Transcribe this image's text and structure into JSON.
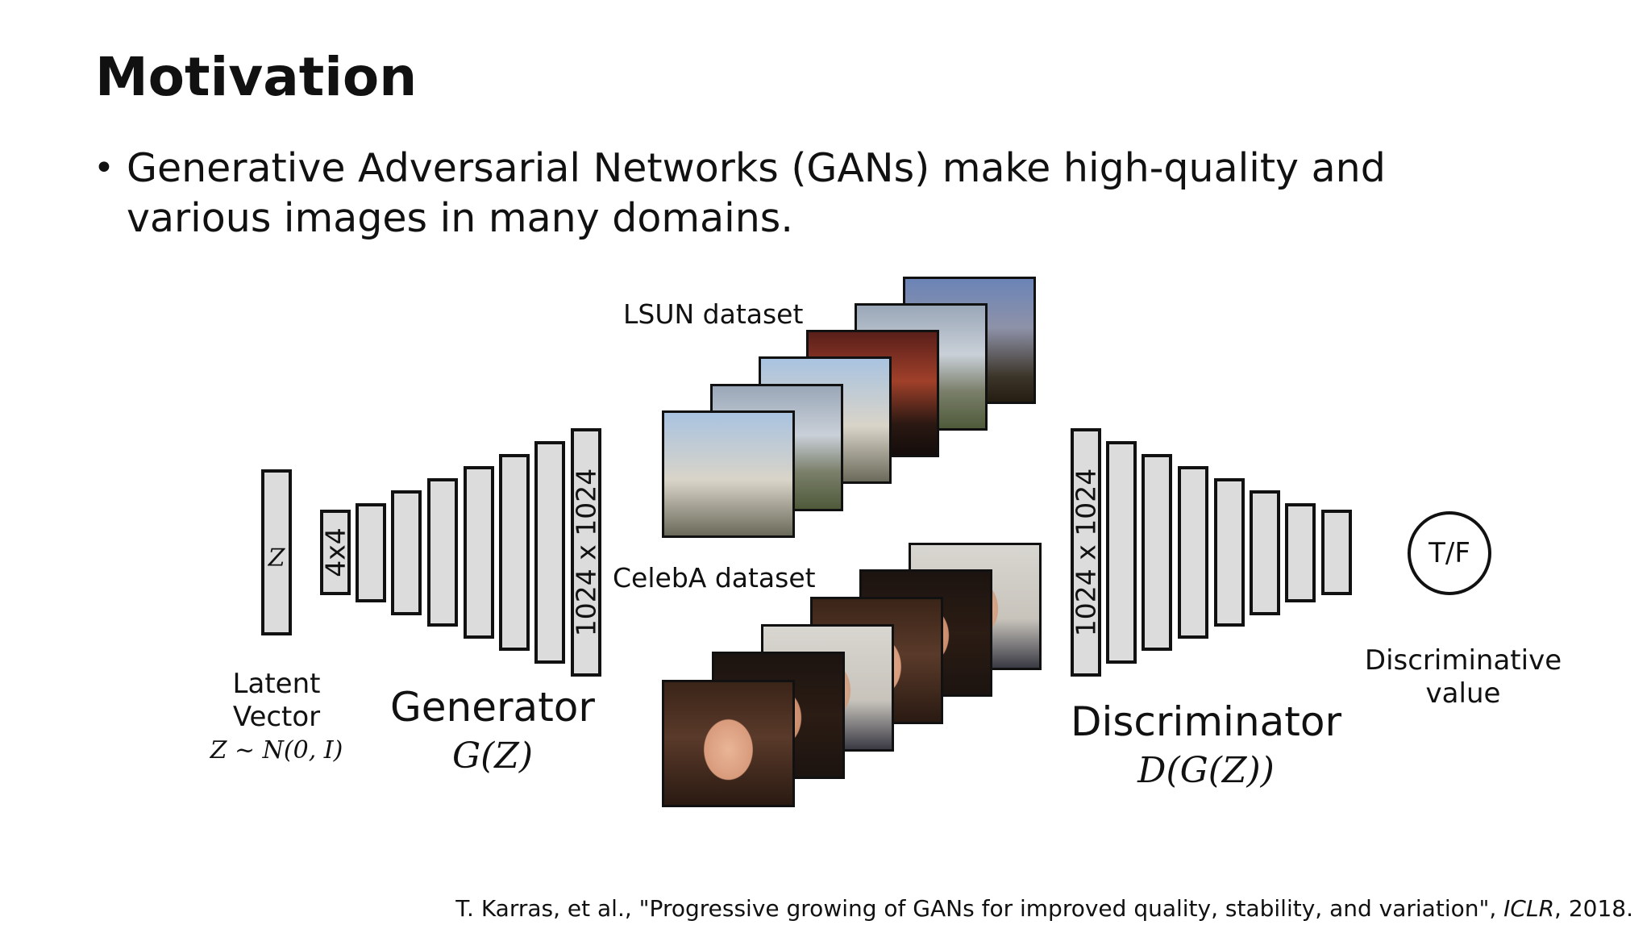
{
  "slide": {
    "title": "Motivation",
    "bullet_marker": "•",
    "bullet_lines": [
      "Generative Adversarial Networks (GANs) make high-quality and",
      "various images in many domains."
    ]
  },
  "diagram": {
    "latent_symbol": "Z",
    "latent_label_line1": "Latent",
    "latent_label_line2": "Vector",
    "latent_dist": "Z ~ N(0, I)",
    "gen_first_layer": "4x4",
    "gen_last_layer": "1024 x 1024",
    "gen_label": "Generator",
    "gen_math": "G(Z)",
    "lsun_label": "LSUN dataset",
    "celeba_label": "CelebA dataset",
    "disc_first_layer": "1024 x 1024",
    "disc_label": "Discriminator",
    "disc_math": "D(G(Z))",
    "output": "T/F",
    "output_label_line1": "Discriminative",
    "output_label_line2": "value"
  },
  "citation": {
    "prefix": "T. Karras, et al., \"Progressive growing of GANs for improved quality, stability, and variation\", ",
    "venue": "ICLR",
    "suffix": ", 2018."
  }
}
